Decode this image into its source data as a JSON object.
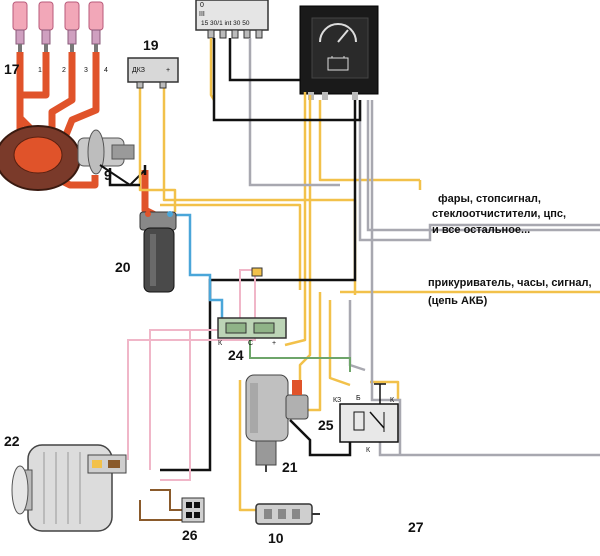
{
  "labels": {
    "n17": "17",
    "n9": "9",
    "n19": "19",
    "n20": "20",
    "n22": "22",
    "n24": "24",
    "n21": "21",
    "n25": "25",
    "n26": "26",
    "n10": "10",
    "n27": "27"
  },
  "plugs": [
    "1",
    "2",
    "3",
    "4"
  ],
  "ignition_switch": {
    "top_mark": "0",
    "side_mark": "III",
    "terminals": "15 30/1 int 30 50"
  },
  "coil_terminals": {
    "minus": "ДКЗ",
    "plus": "+"
  },
  "relay_terminals": {
    "k3": "КЗ",
    "b": "Б",
    "k": "К",
    "k2": "К"
  },
  "regulator_terminals": {
    "k": "К",
    "c": "С",
    "plus": "+"
  },
  "notes": {
    "loads_line1": "фары, стопсигнал,",
    "loads_line2": "стеклоотчистители, цпс,",
    "loads_line3": "и все остальное...",
    "aux_line1": "прикуриватель, часы, сигнал,",
    "aux_line2": "(цепь АКБ)"
  },
  "colors": {
    "red": "#e0532a",
    "yellow": "#f2c14a",
    "blue": "#4aa6d9",
    "pink": "#f0b6c8",
    "gray": "#a8a8b0",
    "black": "#111111",
    "green": "#6ea56a",
    "brown": "#8a5a2b"
  }
}
